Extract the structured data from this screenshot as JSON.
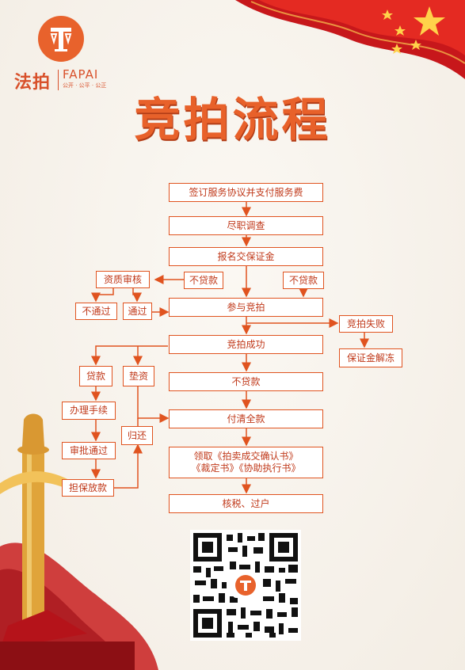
{
  "brand": {
    "cn_name": "法拍",
    "en_name": "FAPAI",
    "slogan": "公开 · 公平 · 公正",
    "color": "#e8612a"
  },
  "title": "竞拍流程",
  "flow": {
    "main": [
      "签订服务协议并支付服务费",
      "尽职调查",
      "报名交保证金",
      "参与竞拍",
      "竞拍成功",
      "不贷款",
      "付清全款",
      "领取《拍卖成交确认书》",
      "《裁定书》《协助执行书》",
      "核税、过户"
    ],
    "loan_check": {
      "no_loan_left": "不贷款",
      "no_loan_right": "不贷款",
      "qualification_review": "资质审核",
      "fail": "不通过",
      "pass": "通过"
    },
    "failure": {
      "bid_fail": "竞拍失败",
      "deposit_unfreeze": "保证金解冻"
    },
    "loan_branch": {
      "loan": "贷款",
      "bridge_fund": "垫资",
      "procedures": "办理手续",
      "approved": "审批通过",
      "guarantee_release": "担保放款",
      "repay": "归还"
    }
  },
  "colors": {
    "line": "#e0531f",
    "text": "#c0391a",
    "flag_red": "#d41f1c",
    "star": "#ffd24a"
  }
}
